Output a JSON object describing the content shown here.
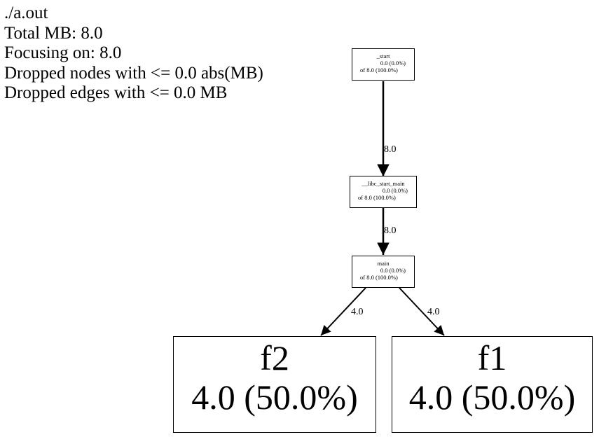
{
  "legend": {
    "lines": [
      "./a.out",
      "Total MB: 8.0",
      "Focusing on: 8.0",
      "Dropped nodes with <= 0.0 abs(MB)",
      "Dropped edges with <= 0.0 MB"
    ]
  },
  "nodes": {
    "start": {
      "name": "_start",
      "flat": "0.0 (0.0%)",
      "cum": "of 8.0 (100.0%)"
    },
    "libc_start_main": {
      "name": "__libc_start_main",
      "flat": "0.0 (0.0%)",
      "cum": "of 8.0 (100.0%)"
    },
    "main": {
      "name": "main",
      "flat": "0.0 (0.0%)",
      "cum": "of 8.0 (100.0%)"
    },
    "f2": {
      "name": "f2",
      "flat": "4.0 (50.0%)"
    },
    "f1": {
      "name": "f1",
      "flat": "4.0 (50.0%)"
    }
  },
  "edges": {
    "start_to_libc": "8.0",
    "libc_to_main": "8.0",
    "main_to_f2": "4.0",
    "main_to_f1": "4.0"
  }
}
